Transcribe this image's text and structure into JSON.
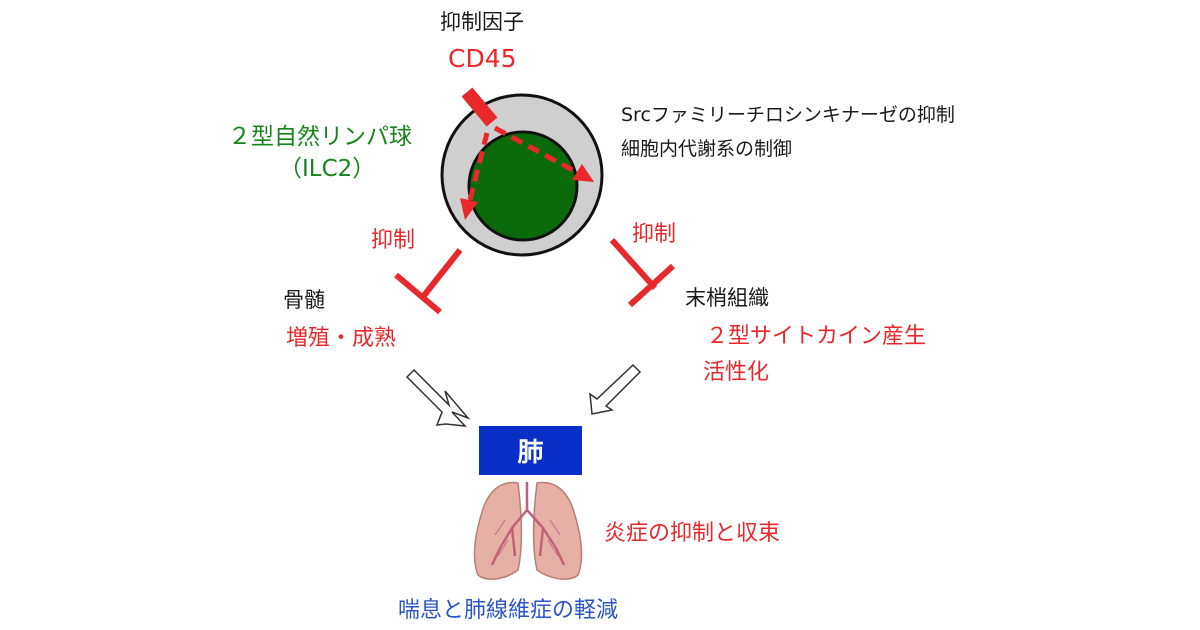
{
  "inhibitor": {
    "label": "抑制因子",
    "name": "CD45"
  },
  "cell": {
    "name_line1": "２型自然リンパ球",
    "name_line2": "（ILC2）"
  },
  "mechanism": {
    "line1": "Srcファミリーチロシンキナーゼの抑制",
    "line2": "細胞内代謝系の制御"
  },
  "left_branch": {
    "inhibit_label": "抑制",
    "site": "骨髄",
    "effect": "増殖・成熟"
  },
  "right_branch": {
    "inhibit_label": "抑制",
    "site": "末梢組織",
    "effect_line1": "２型サイトカイン産生",
    "effect_line2": "活性化"
  },
  "target": {
    "organ": "肺",
    "effect": "炎症の抑制と収束",
    "outcome": "喘息と肺線維症の軽減"
  },
  "colors": {
    "red": "#e8282b",
    "green": "#17851c",
    "blue": "#2a55c8",
    "organ_box": "#0a2fc8",
    "cell_outer": "#cfcfcf",
    "cell_inner": "#0b6b0b"
  }
}
